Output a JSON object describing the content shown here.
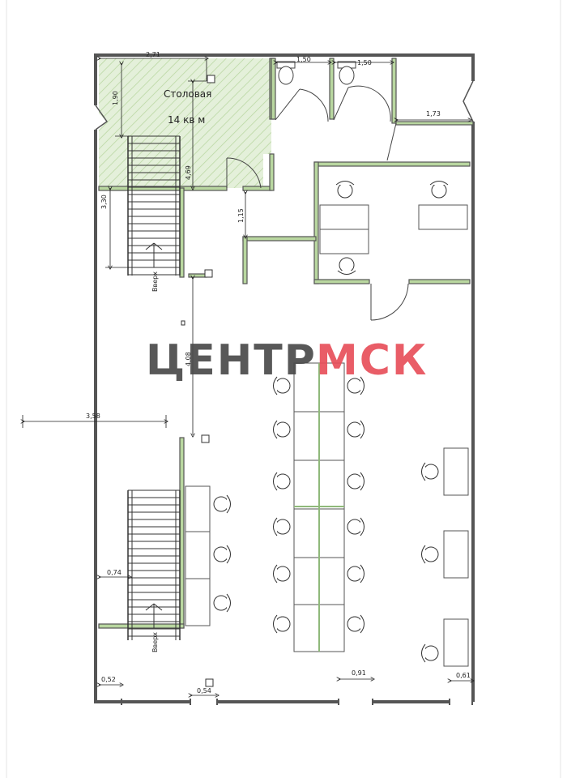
{
  "rooms": {
    "dining_name": "Столовая",
    "dining_area": "14 кв м"
  },
  "watermark": {
    "part1": "ЦЕНТР",
    "part2": "МСК"
  },
  "stairs_labels": {
    "upper": "Вверх",
    "lower": "Вверх"
  },
  "dimensions": {
    "dining_width": "2,71",
    "dining_height": "1,90",
    "dining_depth": "4,69",
    "stair_left": "3,30",
    "wc1_width": "1,50",
    "wc2_width": "1,50",
    "closet_width": "1,73",
    "corridor": "1,15",
    "hall_height": "4,08",
    "hall_offset": "3,58",
    "stair_gap": "0,74",
    "win1": "0,52",
    "win2": "0,54",
    "win3": "0,91",
    "win4": "0,61"
  },
  "colors": {
    "wall": "#555555",
    "partition": "#b9d7a0",
    "hatch": "#cde3bd",
    "watermark_dark": "#4a4a4a",
    "watermark_red": "#e8505b"
  }
}
